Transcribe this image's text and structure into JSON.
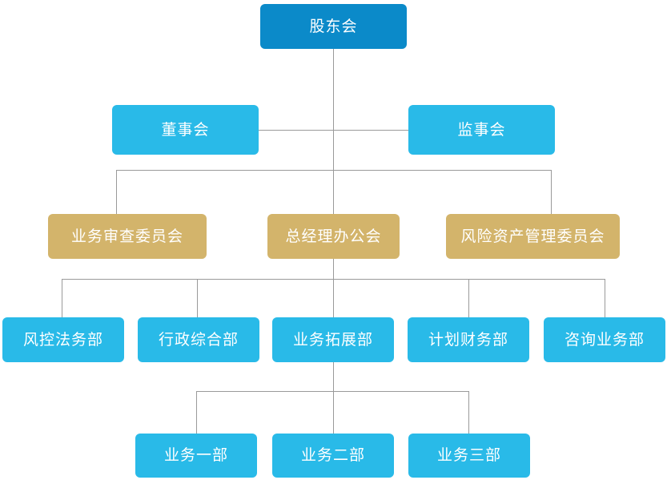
{
  "chart_title": "",
  "colors": {
    "root_blue": "#0b8ac9",
    "cyan": "#29bae8",
    "tan": "#d3b46b",
    "connector_gray": "#9a9a9a",
    "background": "#ffffff",
    "text": "#ffffff"
  },
  "org": {
    "root": {
      "label": "股东会"
    },
    "governance": [
      {
        "label": "董事会"
      },
      {
        "label": "监事会"
      }
    ],
    "committees": [
      {
        "label": "业务审查委员会"
      },
      {
        "label": "总经理办公会"
      },
      {
        "label": "风险资产管理委员会"
      }
    ],
    "departments": [
      {
        "label": "风控法务部"
      },
      {
        "label": "行政综合部"
      },
      {
        "label": "业务拓展部"
      },
      {
        "label": "计划财务部"
      },
      {
        "label": "咨询业务部"
      }
    ],
    "sub_departments": [
      {
        "label": "业务一部"
      },
      {
        "label": "业务二部"
      },
      {
        "label": "业务三部"
      }
    ]
  }
}
